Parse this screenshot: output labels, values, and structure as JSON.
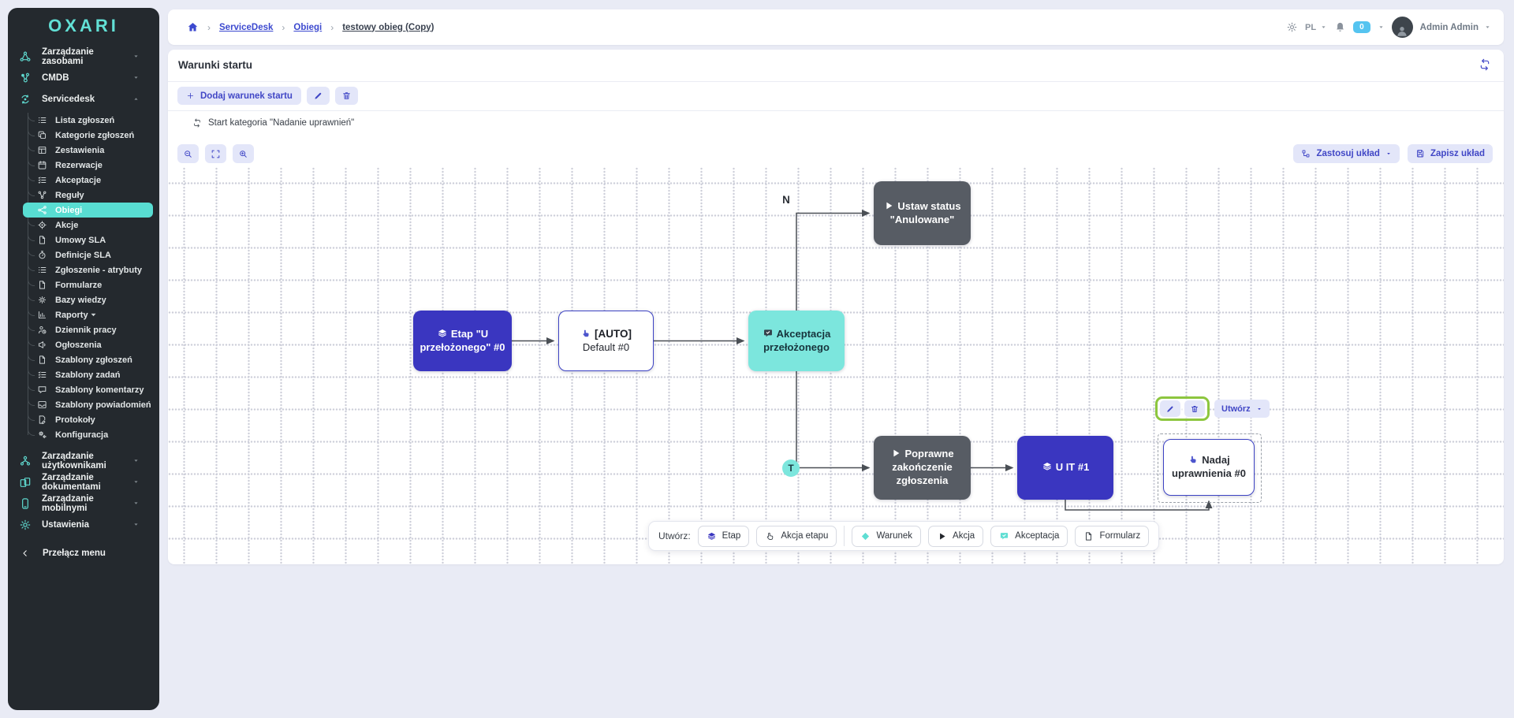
{
  "brand": {
    "logo_text": "OXARI"
  },
  "colors": {
    "accent_teal": "#58ddd2",
    "primary_indigo": "#4147c6",
    "node_blue": "#3a36c0",
    "node_dark": "#575c64",
    "node_teal": "#7ce6dd",
    "highlight_green": "#8dc63f",
    "badge_blue": "#55c4f0",
    "sidebar_bg": "#24292e"
  },
  "sidebar": {
    "items": [
      {
        "id": "zarzadzanie-zasobami",
        "label": "Zarządzanie zasobami",
        "icon": "network-icon",
        "level": "top",
        "caret": "down"
      },
      {
        "id": "cmdb",
        "label": "CMDB",
        "icon": "molecule-icon",
        "level": "top",
        "caret": "down"
      },
      {
        "id": "servicedesk",
        "label": "Servicedesk",
        "icon": "servicedesk-icon",
        "level": "top",
        "caret": "up"
      },
      {
        "id": "lista-zgloszen",
        "label": "Lista zgłoszeń",
        "icon": "list-icon",
        "level": "child"
      },
      {
        "id": "kategorie-zgloszen",
        "label": "Kategorie zgłoszeń",
        "icon": "copy-icon",
        "level": "child"
      },
      {
        "id": "zestawienia",
        "label": "Zestawienia",
        "icon": "table-icon",
        "level": "child"
      },
      {
        "id": "rezerwacje",
        "label": "Rezerwacje",
        "icon": "calendar-icon",
        "level": "child"
      },
      {
        "id": "akceptacje",
        "label": "Akceptacje",
        "icon": "checklist-icon",
        "level": "child"
      },
      {
        "id": "reguly",
        "label": "Reguły",
        "icon": "rules-icon",
        "level": "child"
      },
      {
        "id": "obiegi",
        "label": "Obiegi",
        "icon": "workflow-icon",
        "level": "child",
        "active": true
      },
      {
        "id": "akcje",
        "label": "Akcje",
        "icon": "target-icon",
        "level": "child"
      },
      {
        "id": "umowy-sla",
        "label": "Umowy SLA",
        "icon": "document-icon",
        "level": "child"
      },
      {
        "id": "definicje-sla",
        "label": "Definicje SLA",
        "icon": "stopwatch-icon",
        "level": "child"
      },
      {
        "id": "zgloszenie-atrybuty",
        "label": "Zgłoszenie - atrybuty",
        "icon": "list-icon",
        "level": "child"
      },
      {
        "id": "formularze",
        "label": "Formularze",
        "icon": "document-icon",
        "level": "child"
      },
      {
        "id": "bazy-wiedzy",
        "label": "Bazy wiedzy",
        "icon": "bulb-icon",
        "level": "child"
      },
      {
        "id": "raporty",
        "label": "Raporty",
        "icon": "chart-icon",
        "level": "child",
        "caret": "down"
      },
      {
        "id": "dziennik-pracy",
        "label": "Dziennik pracy",
        "icon": "user-clock-icon",
        "level": "child"
      },
      {
        "id": "ogloszenia",
        "label": "Ogłoszenia",
        "icon": "megaphone-icon",
        "level": "child"
      },
      {
        "id": "szablony-zgloszen",
        "label": "Szablony zgłoszeń",
        "icon": "document-icon",
        "level": "child"
      },
      {
        "id": "szablony-zadan",
        "label": "Szablony zadań",
        "icon": "checklist-icon",
        "level": "child"
      },
      {
        "id": "szablony-komentarzy",
        "label": "Szablony komentarzy",
        "icon": "comment-icon",
        "level": "child"
      },
      {
        "id": "szablony-powiadomien",
        "label": "Szablony powiadomień",
        "icon": "mail-icon",
        "level": "child"
      },
      {
        "id": "protokoly",
        "label": "Protokoły",
        "icon": "doc-pen-icon",
        "level": "child"
      },
      {
        "id": "konfiguracja",
        "label": "Konfiguracja",
        "icon": "gears-icon",
        "level": "child"
      },
      {
        "id": "zarzadzanie-uzytkownikami",
        "label": "Zarządzanie użytkownikami",
        "icon": "users-icon",
        "level": "top",
        "caret": "down"
      },
      {
        "id": "zarzadzanie-dokumentami",
        "label": "Zarządzanie dokumentami",
        "icon": "documents-icon",
        "level": "top",
        "caret": "down"
      },
      {
        "id": "zarzadzanie-mobilnymi",
        "label": "Zarządzanie mobilnymi",
        "icon": "mobile-icon",
        "level": "top",
        "caret": "down"
      },
      {
        "id": "ustawienia",
        "label": "Ustawienia",
        "icon": "settings-icon",
        "level": "top",
        "caret": "down"
      }
    ],
    "collapse": {
      "label": "Przełącz menu"
    }
  },
  "topbar": {
    "breadcrumb": {
      "separator": "›",
      "items": [
        "ServiceDesk",
        "Obiegi",
        "testowy obieg (Copy)"
      ]
    },
    "language": "PL",
    "notification_count": "0",
    "user_name": "Admin Admin"
  },
  "start_conditions": {
    "title": "Warunki startu",
    "add_button": "Dodaj warunek startu",
    "condition": "Start kategoria \"Nadanie uprawnień\""
  },
  "canvas": {
    "apply_layout_button": "Zastosuj układ",
    "save_layout_button": "Zapisz układ",
    "edge_labels": {
      "no": "N",
      "yes": "T"
    },
    "nodes": {
      "stage1": {
        "title": "Etap \"U przełożonego\" #0",
        "icon": "layers-icon"
      },
      "auto": {
        "title": "[AUTO]",
        "subtitle": "Default #0",
        "icon": "hand-pointer-icon"
      },
      "acceptance": {
        "title": "Akceptacja przełożonego",
        "icon": "chat-check-icon"
      },
      "cancel": {
        "title": "Ustaw status \"Anulowane\"",
        "icon": "play-icon"
      },
      "finish": {
        "title": "Poprawne zakończenie zgłoszenia",
        "icon": "play-icon"
      },
      "stage2": {
        "title": "U IT #1",
        "icon": "layers-icon"
      },
      "grant": {
        "title": "Nadaj uprawnienia #0",
        "icon": "hand-pointer-icon"
      }
    },
    "node_toolbar": {
      "create_button": "Utwórz"
    },
    "create_toolbar": {
      "label": "Utwórz:",
      "buttons": [
        {
          "id": "etap",
          "label": "Etap",
          "icon": "layers-icon",
          "color_class": "ic-layers"
        },
        {
          "id": "akcja-etapu",
          "label": "Akcja etapu",
          "icon": "hand-pointer-outline-icon",
          "color_class": "ic-hand"
        },
        {
          "id": "warunek",
          "label": "Warunek",
          "icon": "diamond-icon",
          "color_class": "ic-diamond"
        },
        {
          "id": "akcja",
          "label": "Akcja",
          "icon": "play-icon",
          "color_class": "ic-play"
        },
        {
          "id": "akceptacja",
          "label": "Akceptacja",
          "icon": "chat-check-icon",
          "color_class": "ic-chat"
        },
        {
          "id": "formularz",
          "label": "Formularz",
          "icon": "file-icon",
          "color_class": "ic-file"
        }
      ]
    }
  }
}
